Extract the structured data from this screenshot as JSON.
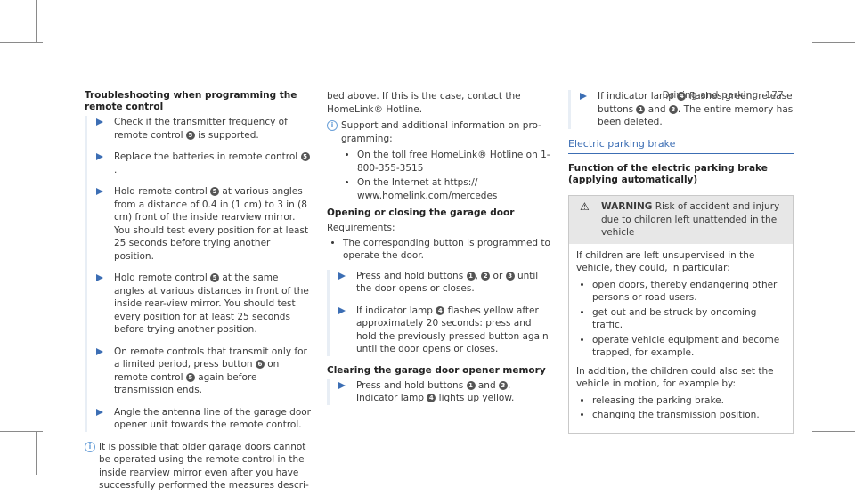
{
  "header": {
    "section": "Driving and parking",
    "page": "177"
  },
  "col1": {
    "title": "Troubleshooting when programming the remote control",
    "steps": [
      [
        "Check if the transmitter frequency of remote control ",
        "5",
        " is supported."
      ],
      [
        "Replace the batteries in remote control ",
        "5",
        "."
      ],
      [
        "Hold remote control ",
        "5",
        " at various angles from a distance of 0.4 in (1 cm) to 3 in (8 cm) front of the inside rearview mirror. You should test every position for at least 25 seconds before trying another position."
      ],
      [
        "Hold remote control ",
        "5",
        " at the same angles at various distances in front of the inside rear-view mirror. You should test every position for at least 25 seconds before trying another position."
      ],
      [
        "On remote controls that transmit only for a limited period, press button ",
        "6",
        " on remote control ",
        "5",
        " again before transmission ends."
      ],
      [
        "Angle the antenna line of the garage door opener unit towards the remote control."
      ]
    ],
    "note": "It is possible that older garage doors cannot be operated using the remote control in the inside rearview mirror even after you have successfully performed the measures descri-"
  },
  "col2": {
    "cont": "bed above. If this is the case, contact the HomeLink® Hotline.",
    "note": "Support and additional information on pro-gramming:",
    "bullets": [
      "On the toll free HomeLink® Hotline on 1-800-355-3515",
      "On the Internet at https:// www.homelink.com/mercedes"
    ],
    "h_open": "Opening or closing the garage door",
    "req_label": "Requirements:",
    "req": "The corresponding button is programmed to operate the door.",
    "step1": [
      "Press and hold buttons ",
      "1",
      ", ",
      "2",
      " or ",
      "3",
      " until the door opens or closes."
    ],
    "step2": [
      "If indicator lamp ",
      "4",
      " flashes yellow after approximately 20 seconds: press and hold the previously pressed button again until the door opens or closes."
    ],
    "h_clear": "Clearing the garage door opener memory",
    "step3": [
      "Press and hold buttons ",
      "1",
      " and ",
      "3",
      ". Indicator lamp ",
      "4",
      " lights up yellow."
    ]
  },
  "col3": {
    "step1": [
      "If indicator lamp ",
      "4",
      " flashes green: release buttons ",
      "1",
      " and ",
      "3",
      ". The entire memory has been deleted."
    ],
    "sec_title": "Electric parking brake",
    "h_func": "Function of the electric parking brake (applying automatically)",
    "warn_label": "WARNING",
    "warn_head": "Risk of accident and injury due to children left unattended in the vehicle",
    "warn_p1": "If children are left unsupervised in the vehicle, they could, in particular:",
    "warn_list1": [
      "open doors, thereby endangering other persons or road users.",
      "get out and be struck by oncoming traffic.",
      "operate vehicle equipment and become trapped, for example."
    ],
    "warn_p2": "In addition, the children could also set the vehicle in motion, for example by:",
    "warn_list2": [
      "releasing the parking brake.",
      "changing the transmission position."
    ]
  }
}
